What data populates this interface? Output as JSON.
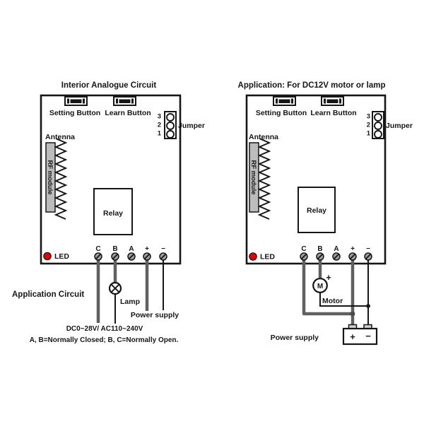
{
  "colors": {
    "led": "#e60000",
    "wire_gray": "#606060",
    "module_gray": "#bcbcbc",
    "screw_gray": "#9e9e9e"
  },
  "left": {
    "title": "Interior Analogue Circuit",
    "board": {
      "setting_button_label": "Setting Button",
      "learn_button_label": "Learn Button",
      "jumper_label": "Jumper",
      "jumper_pins": [
        "3",
        "2",
        "1"
      ],
      "antenna_label": "Antenna",
      "rf_module_label": "RF module",
      "relay_label": "Relay",
      "led_label": "LED",
      "terminals": [
        "C",
        "B",
        "A",
        "+",
        "−"
      ]
    },
    "application_label": "Application Circuit",
    "lamp_label": "Lamp",
    "power_supply_label": "Power supply",
    "voltage_note": "DC0~28V/ AC110~240V",
    "contact_note": "A, B=Normally Closed; B, C=Normally Open."
  },
  "right": {
    "title": "Application: For DC12V motor or lamp",
    "board": {
      "setting_button_label": "Setting Button",
      "learn_button_label": "Learn Button",
      "jumper_label": "Jumper",
      "jumper_pins": [
        "3",
        "2",
        "1"
      ],
      "antenna_label": "Antenna",
      "rf_module_label": "RF module",
      "relay_label": "Relay",
      "led_label": "LED",
      "terminals": [
        "C",
        "B",
        "A",
        "+",
        "−"
      ]
    },
    "motor": {
      "symbol": "M",
      "polarity": "+",
      "label": "Motor"
    },
    "battery": {
      "plus": "+",
      "minus": "−"
    },
    "power_supply_label": "Power supply"
  }
}
